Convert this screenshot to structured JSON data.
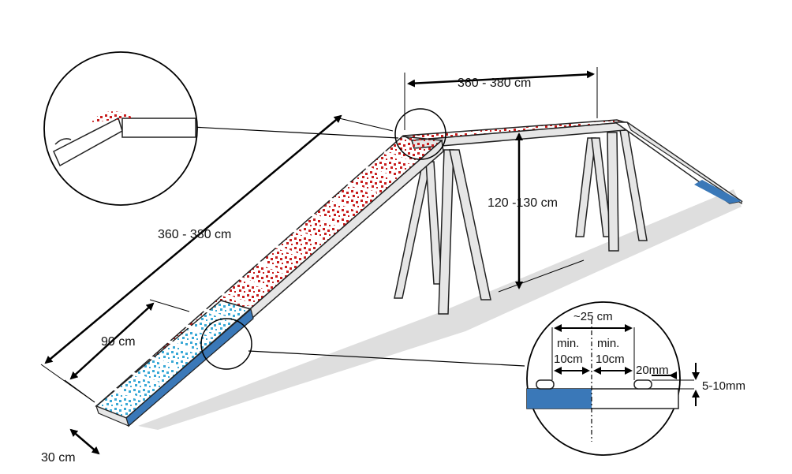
{
  "diagram": {
    "top_span_length": "360 - 380 cm",
    "ramp_length": "360 - 380 cm",
    "height": "120 -130 cm",
    "contact_zone_length": "90 cm",
    "plank_width": "30 cm",
    "detail": {
      "slat_spacing": "~25 cm",
      "min_left_line1": "min.",
      "min_left_line2": "10cm",
      "min_right_line1": "min.",
      "min_right_line2": "10cm",
      "slat_width": "20mm",
      "slat_height": "5-10mm"
    },
    "colors": {
      "contact_zone": "#3aa9d6",
      "contact_edge": "#3a78b8",
      "walk_dots": "#c81e1e",
      "shadow": "#dedede",
      "wood": "#e6e6e6"
    }
  }
}
